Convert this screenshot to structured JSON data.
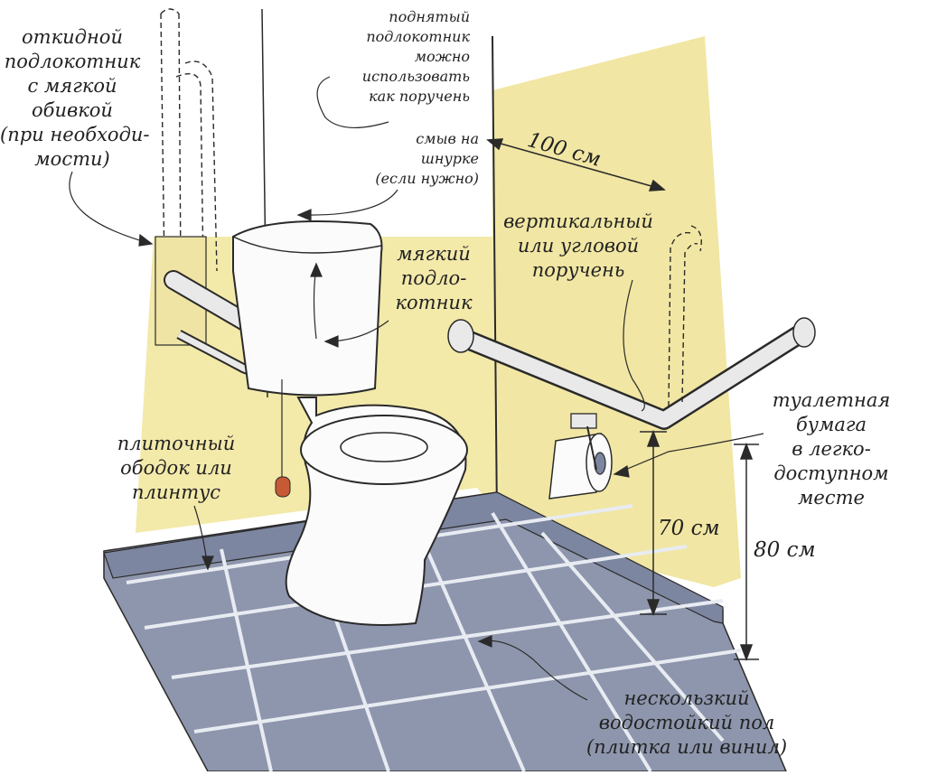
{
  "labels": {
    "folding_armrest": [
      "откидной",
      "подлокотник",
      "с мягкой",
      "обивкой",
      "(при необходи-",
      "мости)"
    ],
    "raised_armrest": [
      "поднятый",
      "подлокотник",
      "можно",
      "использовать",
      "как поручень"
    ],
    "cord_flush": [
      "смыв на",
      "шнурке",
      "(если нужно)"
    ],
    "soft_armrest": [
      "мягкий",
      "подло-",
      "котник"
    ],
    "vertical_rail": [
      "вертикальный",
      "или угловой",
      "поручень"
    ],
    "toilet_paper": [
      "туалетная",
      "бумага",
      "в легко-",
      "доступном",
      "месте"
    ],
    "tile_skirting": [
      "плиточный",
      "ободок или",
      "плинтус"
    ],
    "floor": [
      "нескользкий",
      "водостойкий пол",
      "(плитка или винил)"
    ]
  },
  "dimensions": {
    "width_100": "100 см",
    "height_70": "70 см",
    "height_80": "80 см"
  },
  "colors": {
    "wall": "#f3e9a9",
    "wall_shade": "#ece09a",
    "floor_tile": "#8e96ad",
    "floor_tile_dark": "#6c7490",
    "grout": "#e8ecf2",
    "ceramic": "#fbfbfb",
    "ink": "#2a2a2a",
    "rail": "#e9e9e9",
    "cord_handle": "#c55a34"
  }
}
